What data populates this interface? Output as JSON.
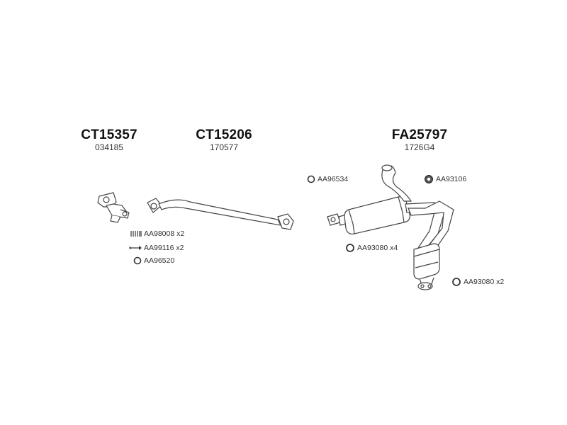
{
  "groups": [
    {
      "code": "CT15357",
      "ref": "034185"
    },
    {
      "code": "CT15206",
      "ref": "170577"
    },
    {
      "code": "FA25797",
      "ref": "1726G4"
    }
  ],
  "accessories": {
    "aa98008": "AA98008 x2",
    "aa99116": "AA99116 x2",
    "aa96520": "AA96520",
    "aa96534": "AA96534",
    "aa93106": "AA93106",
    "aa93080a": "AA93080 x4",
    "aa93080b": "AA93080 x2"
  },
  "icons": {
    "spring": "spring-icon",
    "bolt": "bolt-icon",
    "ring": "gasket-ring-icon",
    "mount": "rubber-mount-icon"
  },
  "colors": {
    "line": "#444444",
    "fill": "#ffffff",
    "shade": "#cfcfcf"
  }
}
